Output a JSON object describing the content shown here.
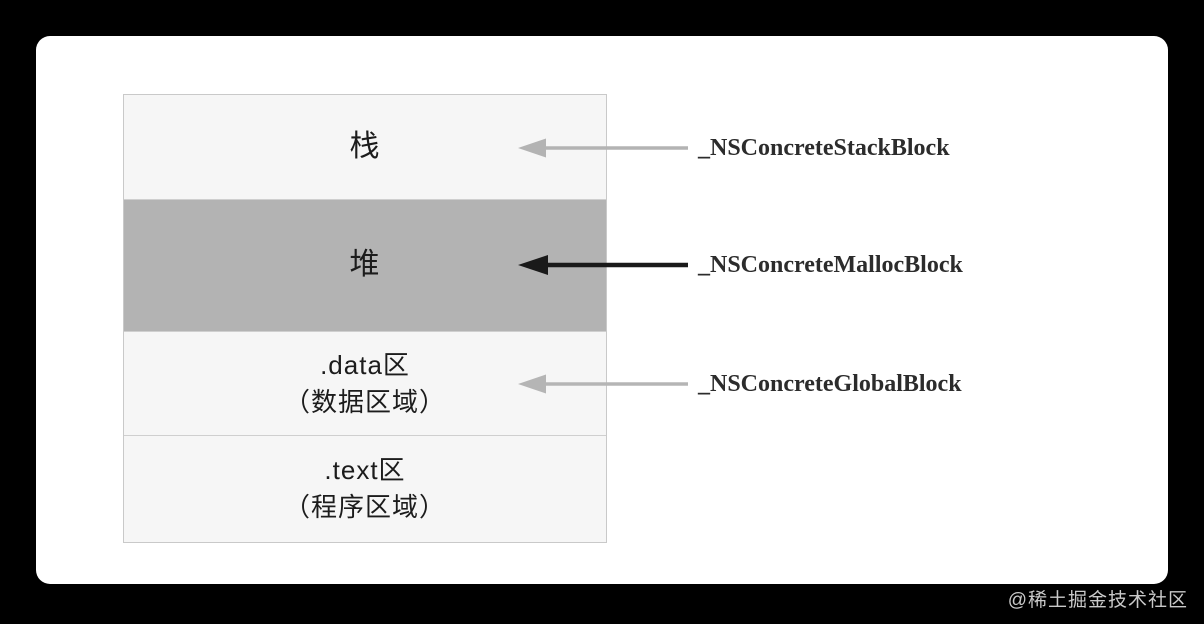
{
  "page": {
    "watermark": "@稀土掘金技术社区"
  },
  "colors": {
    "canvas_background": "#000000",
    "panel_background": "#ffffff",
    "block_light_fill": "#f6f6f6",
    "block_heap_fill": "#b3b3b3",
    "box_border": "#c9c9c9",
    "label_text": "#2c2c2c",
    "watermark_text": "#c9c9c9"
  },
  "diagram": {
    "blocks": [
      {
        "label": "栈",
        "fill": "#f6f6f6"
      },
      {
        "label": "堆",
        "fill": "#b3b3b3"
      },
      {
        "label": ".data区\n（数据区域）",
        "fill": "#f6f6f6"
      },
      {
        "label": ".text区\n（程序区域）",
        "fill": "#f6f6f6"
      }
    ],
    "annotations": [
      {
        "label": "_NSConcreteStackBlock",
        "arrow_color": "#b3b3b3",
        "points_to": "栈"
      },
      {
        "label": "_NSConcreteMallocBlock",
        "arrow_color": "#1a1a1a",
        "points_to": "堆"
      },
      {
        "label": "_NSConcreteGlobalBlock",
        "arrow_color": "#b5b5b5",
        "points_to": ".data区"
      }
    ]
  }
}
